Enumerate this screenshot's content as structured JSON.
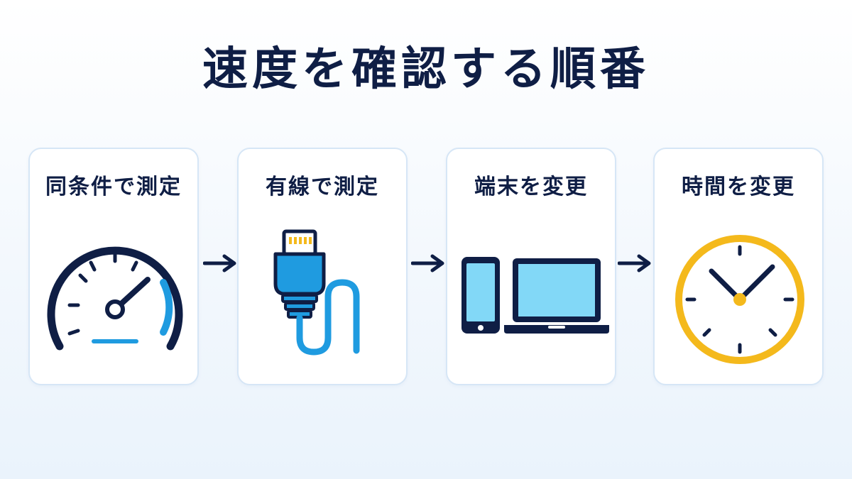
{
  "title": "速度を確認する順番",
  "steps": [
    {
      "label": "同条件で測定",
      "icon": "speedometer-icon"
    },
    {
      "label": "有線で測定",
      "icon": "ethernet-cable-icon"
    },
    {
      "label": "端末を変更",
      "icon": "devices-icon"
    },
    {
      "label": "時間を変更",
      "icon": "clock-icon"
    }
  ],
  "colors": {
    "navy": "#0f1e45",
    "blue": "#1f9be0",
    "light_blue": "#82d8f7",
    "yellow": "#f4b91c",
    "card_border": "#d6e6f6"
  }
}
